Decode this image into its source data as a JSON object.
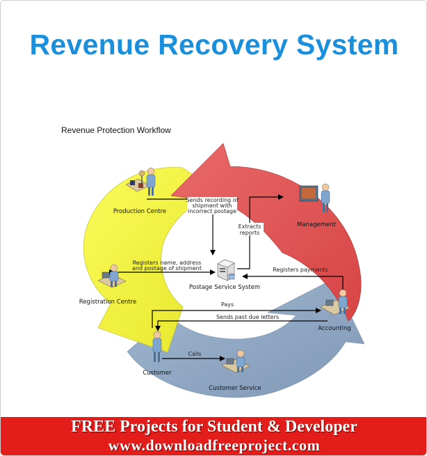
{
  "title": "Revenue Recovery System",
  "workflow_title": "Revenue Protection Workflow",
  "colors": {
    "title_blue": "#1a90dd",
    "arrow_yellow": "#f2f237",
    "arrow_red": "#e05454",
    "arrow_blue": "#8fa8c4",
    "footer_red": "#e31d1a"
  },
  "nodes": {
    "production": "Production Centre",
    "management": "Management",
    "registration": "Registration Centre",
    "postage": "Postage Service System",
    "accounting": "Accounting",
    "customer": "Customer",
    "customer_service": "Customer Service"
  },
  "flows": {
    "sends_recording": [
      "Sends recording of",
      "shipment with",
      "incorrect postage"
    ],
    "extracts": [
      "Extracts",
      "reports"
    ],
    "registers_name": [
      "Registers name, address",
      "and postage of shipment"
    ],
    "registers_payments": "Registers payments",
    "pays": "Pays",
    "past_due": "Sends past due letters",
    "calls": "Calls"
  },
  "footer": {
    "line1": "FREE Projects for Student  & Developer",
    "line2": "www.downloadfreeproject.com"
  }
}
